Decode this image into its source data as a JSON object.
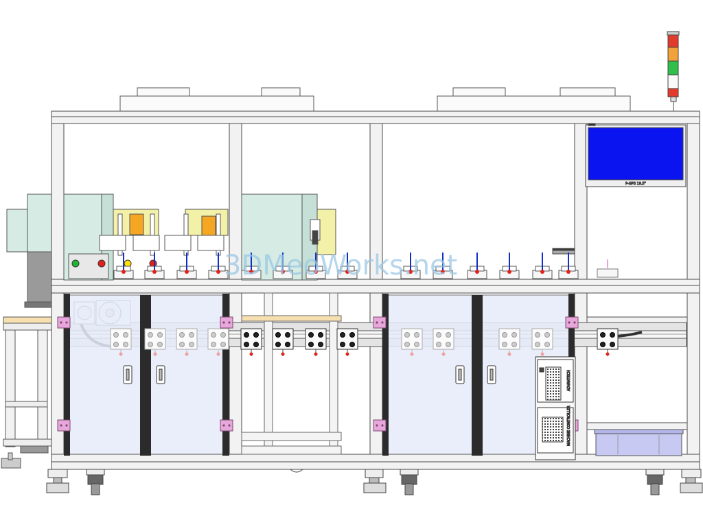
{
  "watermark": "3DMeoWorks.net",
  "monitor": {
    "label": "P-GPS 19.5\"",
    "screen_color": "#0a14f0"
  },
  "ipc": {
    "brand": "ADVANTECH",
    "model": "MACHINE CONTROLLER"
  },
  "tower_light": {
    "colors": [
      "#e23b2e",
      "#f2a23a",
      "#2fbf4a",
      "#e23b2e"
    ]
  },
  "indicators": {
    "colors": [
      "#1db833",
      "#e2231a",
      "#ffe000",
      "#e2231a"
    ]
  },
  "colors": {
    "frame": "#f2f2f2",
    "frame_stroke": "#4a4a4a",
    "door_glass": "#e6ecfa",
    "door_edge": "#2b2b2b",
    "bracket": "#e8a7da",
    "bin": "#c7c9f2",
    "accent_orange": "#f5a623",
    "accent_yellow": "#f3f0a8",
    "glass_green": "#d5ebe4"
  }
}
